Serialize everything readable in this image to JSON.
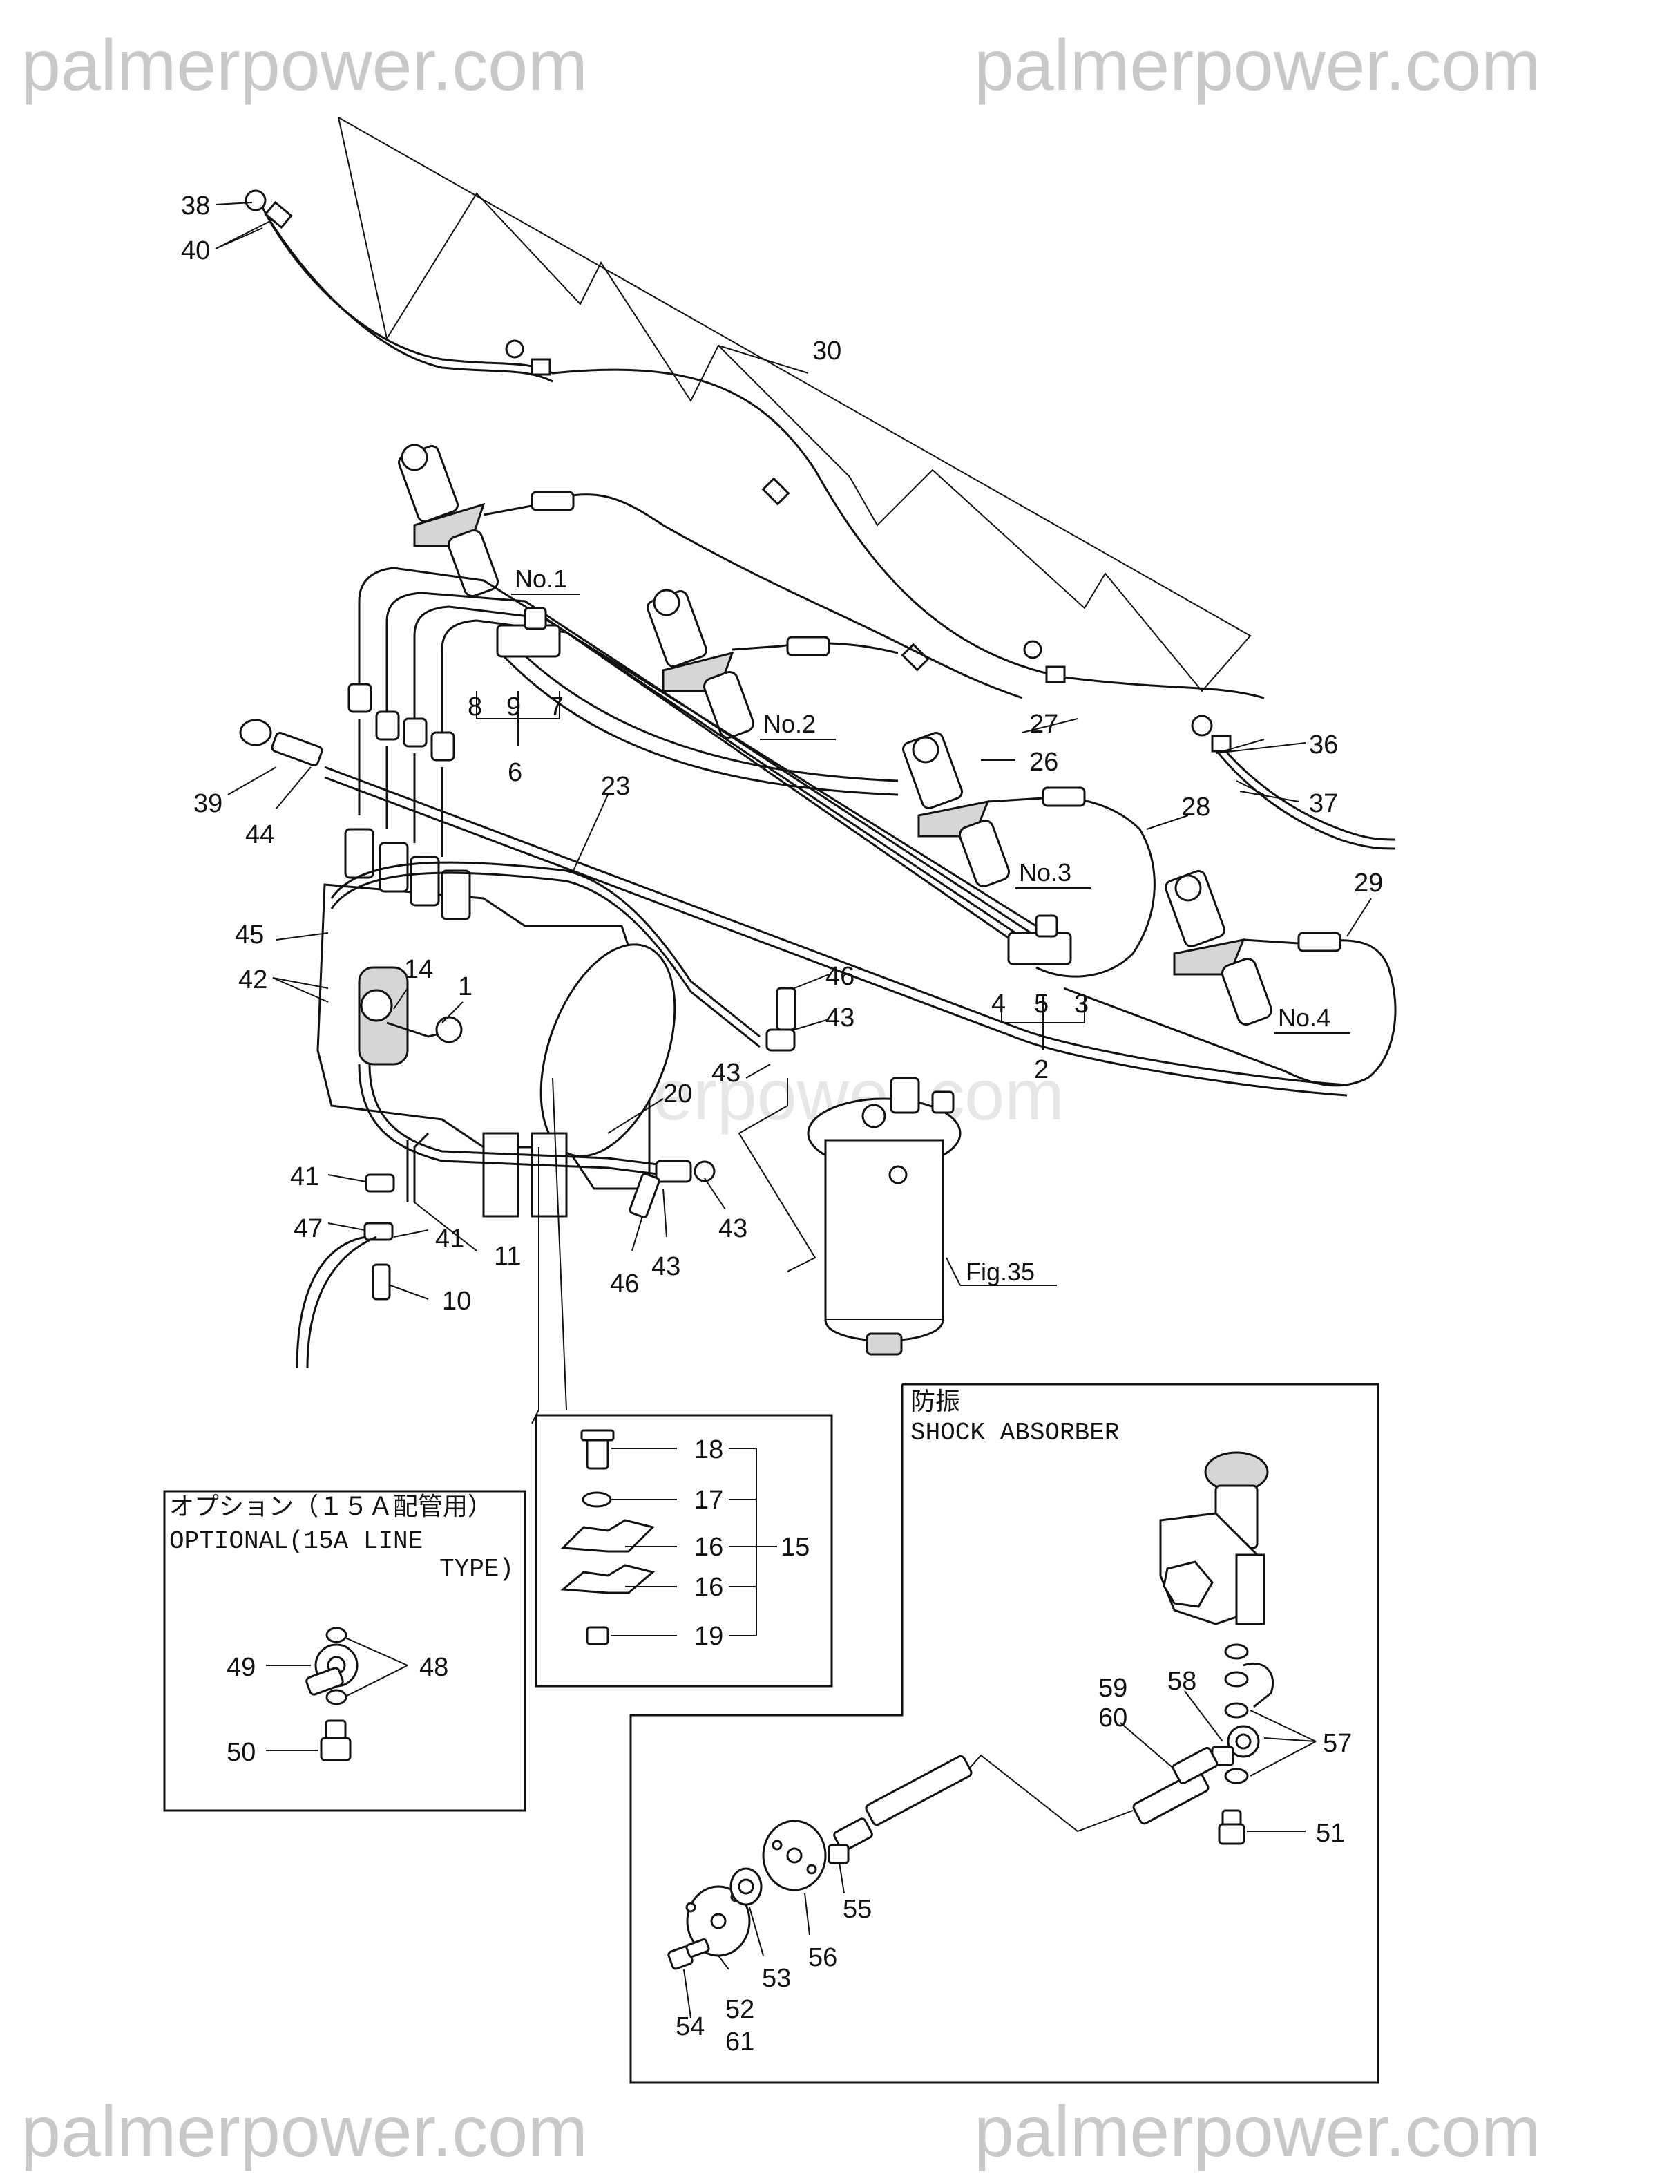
{
  "watermark": {
    "top_left": "palmerpower.com",
    "top_right": "palmerpower.com",
    "center": "palmerpower.com",
    "bottom_left": "palmerpower.com",
    "bottom_right": "palmerpower.com"
  },
  "main": {
    "callouts": {
      "c38": "38",
      "c40": "40",
      "c30": "30",
      "c8": "8",
      "c9": "9",
      "c7": "7",
      "c6": "6",
      "c27": "27",
      "c26": "26",
      "c36": "36",
      "c37": "37",
      "c39": "39",
      "c44": "44",
      "c23": "23",
      "c28": "28",
      "c29": "29",
      "c45": "45",
      "c14": "14",
      "c1": "1",
      "c42": "42",
      "c4": "4",
      "c5": "5",
      "c3": "3",
      "c2": "2",
      "c46a": "46",
      "c43a": "43",
      "c43b": "43",
      "c20": "20",
      "c41a": "41",
      "c47": "47",
      "c41b": "41",
      "c11": "11",
      "c10": "10",
      "c43c": "43",
      "c46b": "46",
      "c43d": "43"
    },
    "cylinders": {
      "no1": "No.1",
      "no2": "No.2",
      "no3": "No.3",
      "no4": "No.4"
    },
    "fig_ref": "Fig.35"
  },
  "clamp_detail": {
    "c18": "18",
    "c17": "17",
    "c16a": "16",
    "c16b": "16",
    "c19": "19",
    "c15": "15"
  },
  "optional_box": {
    "title_jp": "オプション（１５Ａ配管用）",
    "title_en_1": "OPTIONAL(15A LINE",
    "title_en_2": "TYPE)",
    "c49": "49",
    "c48": "48",
    "c50": "50"
  },
  "shock_box": {
    "title_jp": "防振",
    "title_en": "SHOCK ABSORBER",
    "c59": "59",
    "c60": "60",
    "c58": "58",
    "c57": "57",
    "c51": "51",
    "c55": "55",
    "c56": "56",
    "c53": "53",
    "c52": "52",
    "c61": "61",
    "c54": "54"
  }
}
